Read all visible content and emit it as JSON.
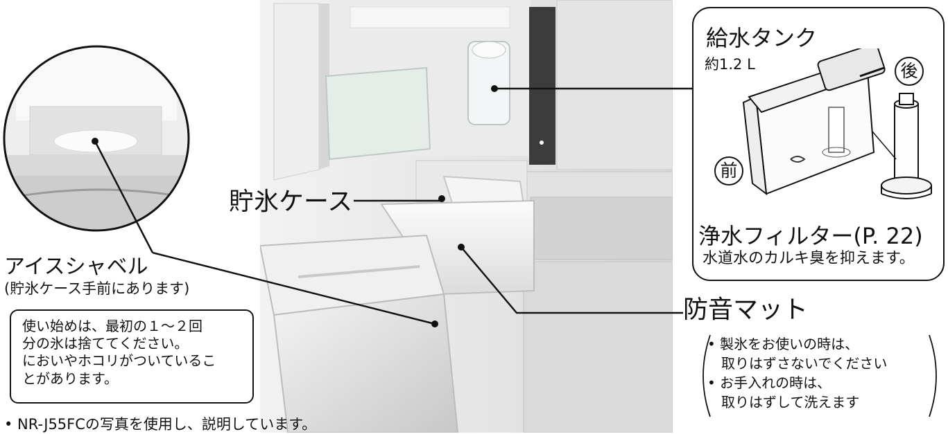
{
  "labels": {
    "ice_case": "貯氷ケース",
    "ice_scoop": "アイスシャベル",
    "ice_scoop_note": "(貯氷ケース手前にあります)",
    "sound_mat": "防音マット"
  },
  "note_box": {
    "lines": [
      "使い始めは、最初の１～２回",
      "分の氷は捨ててください。",
      "においやホコリがついているこ",
      "とがあります。"
    ]
  },
  "bottom_note": "• NR-J55FCの写真を使用し、説明しています。",
  "tank_callout": {
    "title": "給水タンク",
    "capacity": "約1.2 L",
    "back_mark": "後",
    "front_mark": "前",
    "filter_title": "浄水フィルター(P. 22)",
    "filter_desc": "水道水のカルキ臭を抑えます。"
  },
  "mat_notes": {
    "b1_line1": "• 製氷をお使いの時は、",
    "b1_line2": "取りはずさないでください",
    "b2_line1": "• お手入れの時は、",
    "b2_line2": "取りはずして洗えます"
  }
}
